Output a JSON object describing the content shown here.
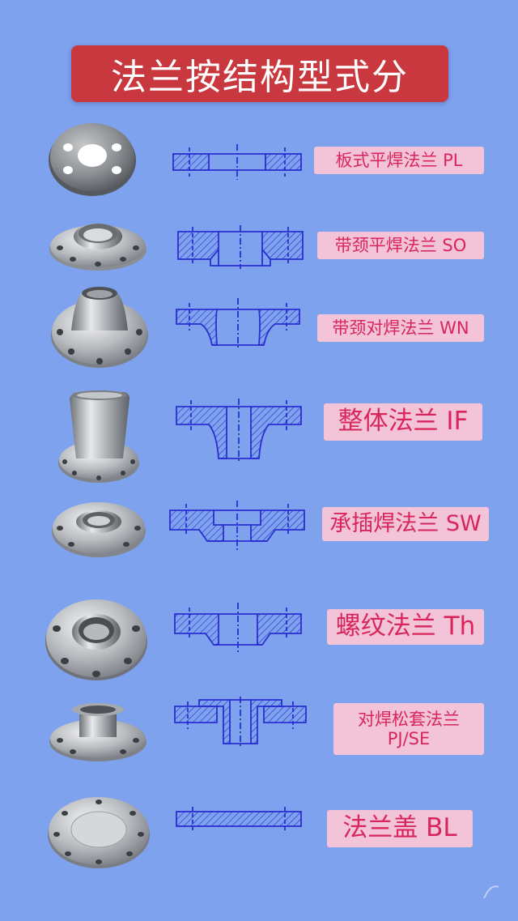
{
  "title": "法兰按结构型式分",
  "flanges": [
    {
      "label": "板式平焊法兰 PL",
      "icon": "plate-flange-photo"
    },
    {
      "label": "带颈平焊法兰 SO",
      "icon": "slip-on-flange-photo"
    },
    {
      "label": "带颈对焊法兰 WN",
      "icon": "weld-neck-flange-photo"
    },
    {
      "label": "整体法兰 IF",
      "icon": "integral-flange-photo"
    },
    {
      "label": "承插焊法兰 SW",
      "icon": "socket-weld-flange-photo"
    },
    {
      "label": "螺纹法兰 Th",
      "icon": "threaded-flange-photo"
    },
    {
      "label": "对焊松套法兰",
      "label2": "PJ/SE",
      "icon": "lap-joint-flange-photo"
    },
    {
      "label": "法兰盖 BL",
      "icon": "blind-flange-photo"
    }
  ],
  "colors": {
    "background": "#7ea2ee",
    "title_bg": "#c8383e",
    "label_bg": "#f3c3d8",
    "label_text": "#d8265c",
    "drawing": "#2a2fd0"
  }
}
